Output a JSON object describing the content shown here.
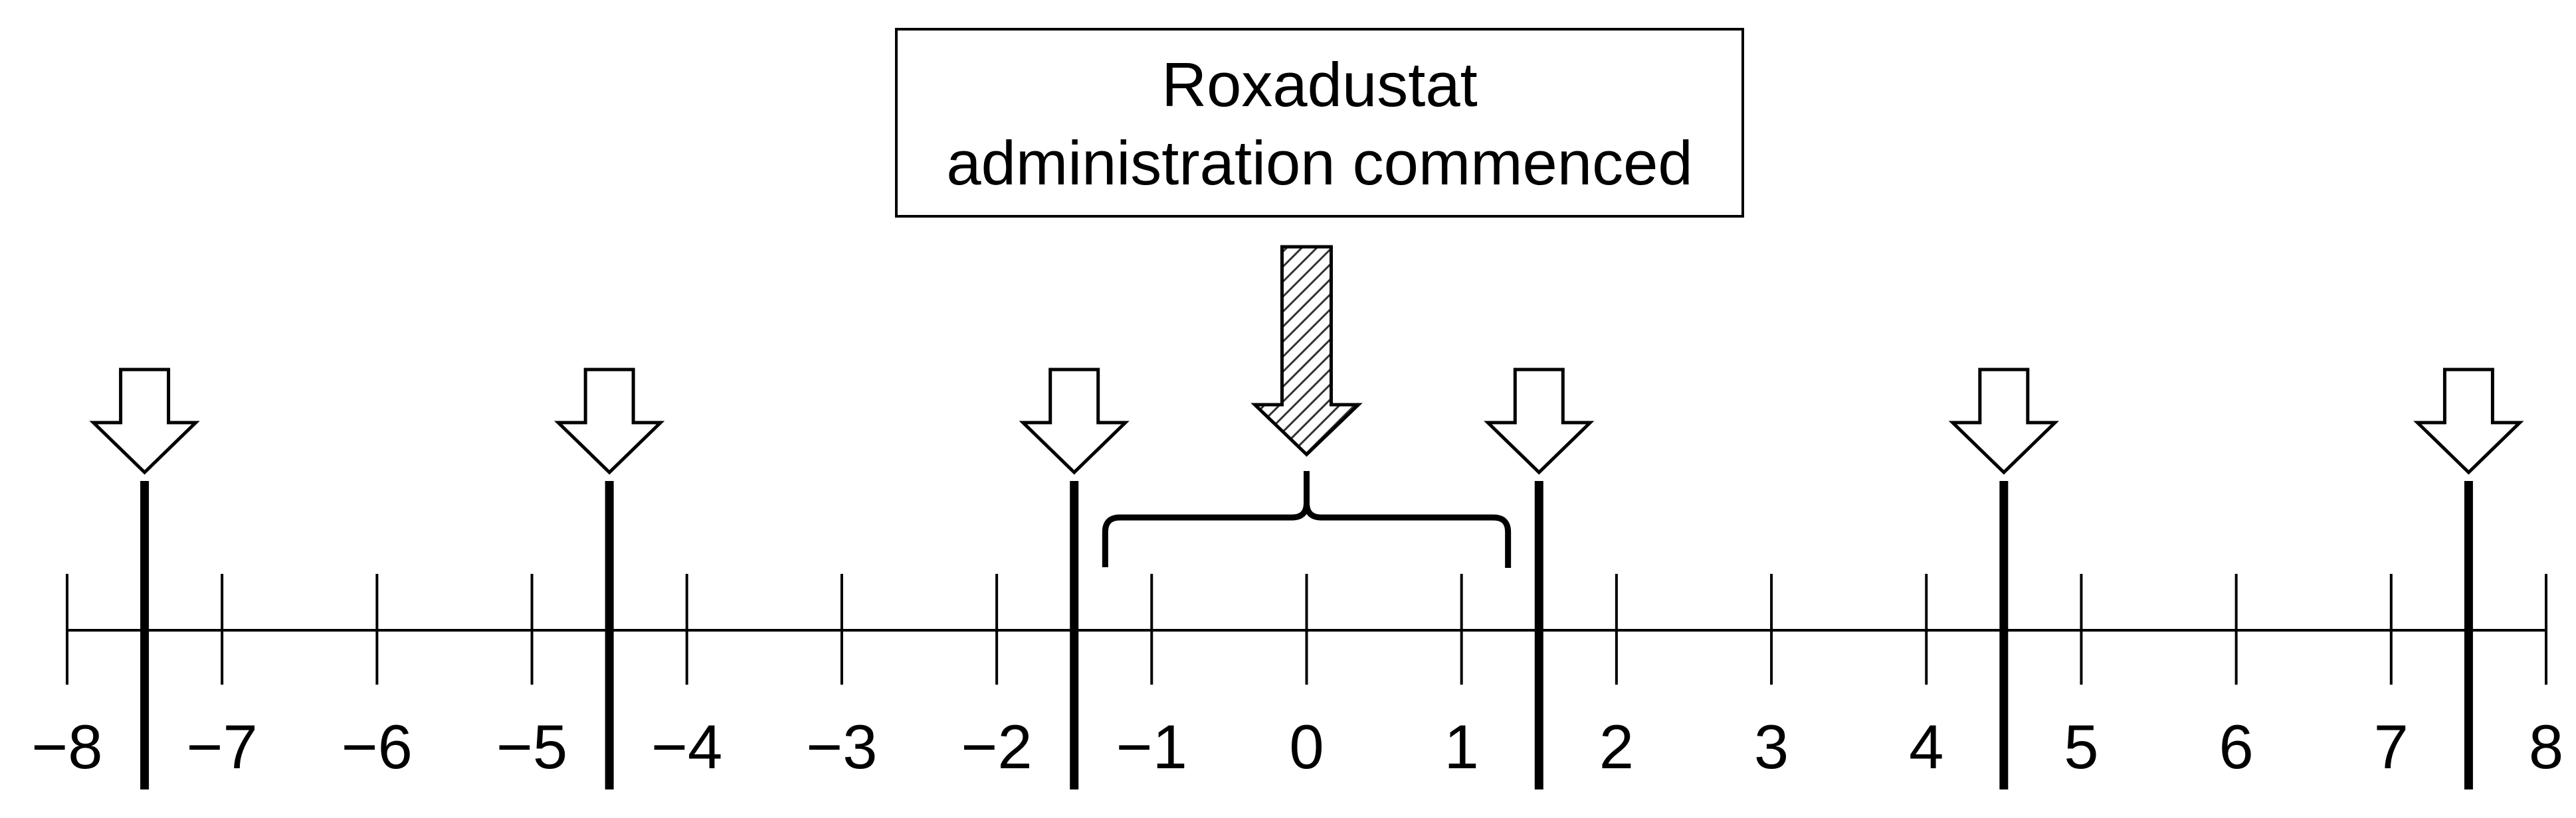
{
  "annotation": {
    "line1": "Roxadustat",
    "line2": "administration commenced"
  },
  "axis": {
    "min": -8,
    "max": 8,
    "ticks": [
      -8,
      -7,
      -6,
      -5,
      -4,
      -3,
      -2,
      -1,
      0,
      1,
      2,
      3,
      4,
      5,
      6,
      7,
      8
    ],
    "tick_labels": [
      "−8",
      "−7",
      "−6",
      "−5",
      "−4",
      "−3",
      "−2",
      "−1",
      "0",
      "1",
      "2",
      "3",
      "4",
      "5",
      "6",
      "7",
      "8"
    ]
  },
  "markers": [
    -7.5,
    -4.5,
    -1.5,
    1.5,
    4.5,
    7.5
  ],
  "administration_point": 0,
  "bracket_range": [
    -1.3,
    1.3
  ]
}
